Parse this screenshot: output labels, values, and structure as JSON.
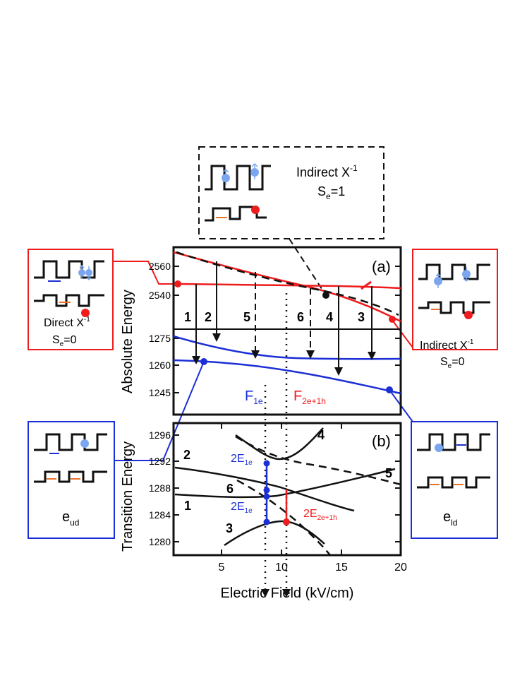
{
  "colors": {
    "red": "#ee1c1c",
    "blue": "#1c2fd6",
    "light_blue": "#7aa6f0",
    "orange": "#e8722a",
    "black": "#111111"
  },
  "panel_a": {
    "label": "(a)",
    "ylabel": "Absolute Energy",
    "upper_ticks": [
      "2560",
      "2540"
    ],
    "lower_ticks": [
      "1275",
      "1260",
      "1245"
    ],
    "transition_numbers": [
      "1",
      "2",
      "5",
      "6",
      "4",
      "3"
    ],
    "level_labels": {
      "f1e": "F",
      "f1e_sub": "1e",
      "f2e": "F",
      "f2e_sub": "2e+1h"
    }
  },
  "panel_b": {
    "label": "(b)",
    "ylabel": "Transition Energy",
    "yticks": [
      "1296",
      "1292",
      "1288",
      "1284",
      "1280"
    ],
    "xticks": [
      "5",
      "10",
      "15",
      "20"
    ],
    "xlabel": "Electric Field (kV/cm)",
    "curve_labels": [
      "4",
      "2",
      "5",
      "6",
      "1",
      "3"
    ],
    "energy_labels": {
      "e1": "2E",
      "e1_sub": "1e",
      "e2": "2E",
      "e2_sub": "1e",
      "e3": "2E",
      "e3_sub": "2e+1h"
    }
  },
  "insets": {
    "top": {
      "line1": "Indirect X",
      "sup": "-1",
      "line2": "S",
      "sub": "e",
      "tail": "=1"
    },
    "left_red": {
      "line1": "Direct X",
      "sup": "-1",
      "line2": "S",
      "sub": "e",
      "tail": "=0"
    },
    "right_red": {
      "line1": "Indirect X",
      "sup": "-1",
      "line2": "S",
      "sub": "e",
      "tail": "=0"
    },
    "left_blue": {
      "label": "e",
      "sub": "ud"
    },
    "right_blue": {
      "label": "e",
      "sub": "ld"
    }
  }
}
